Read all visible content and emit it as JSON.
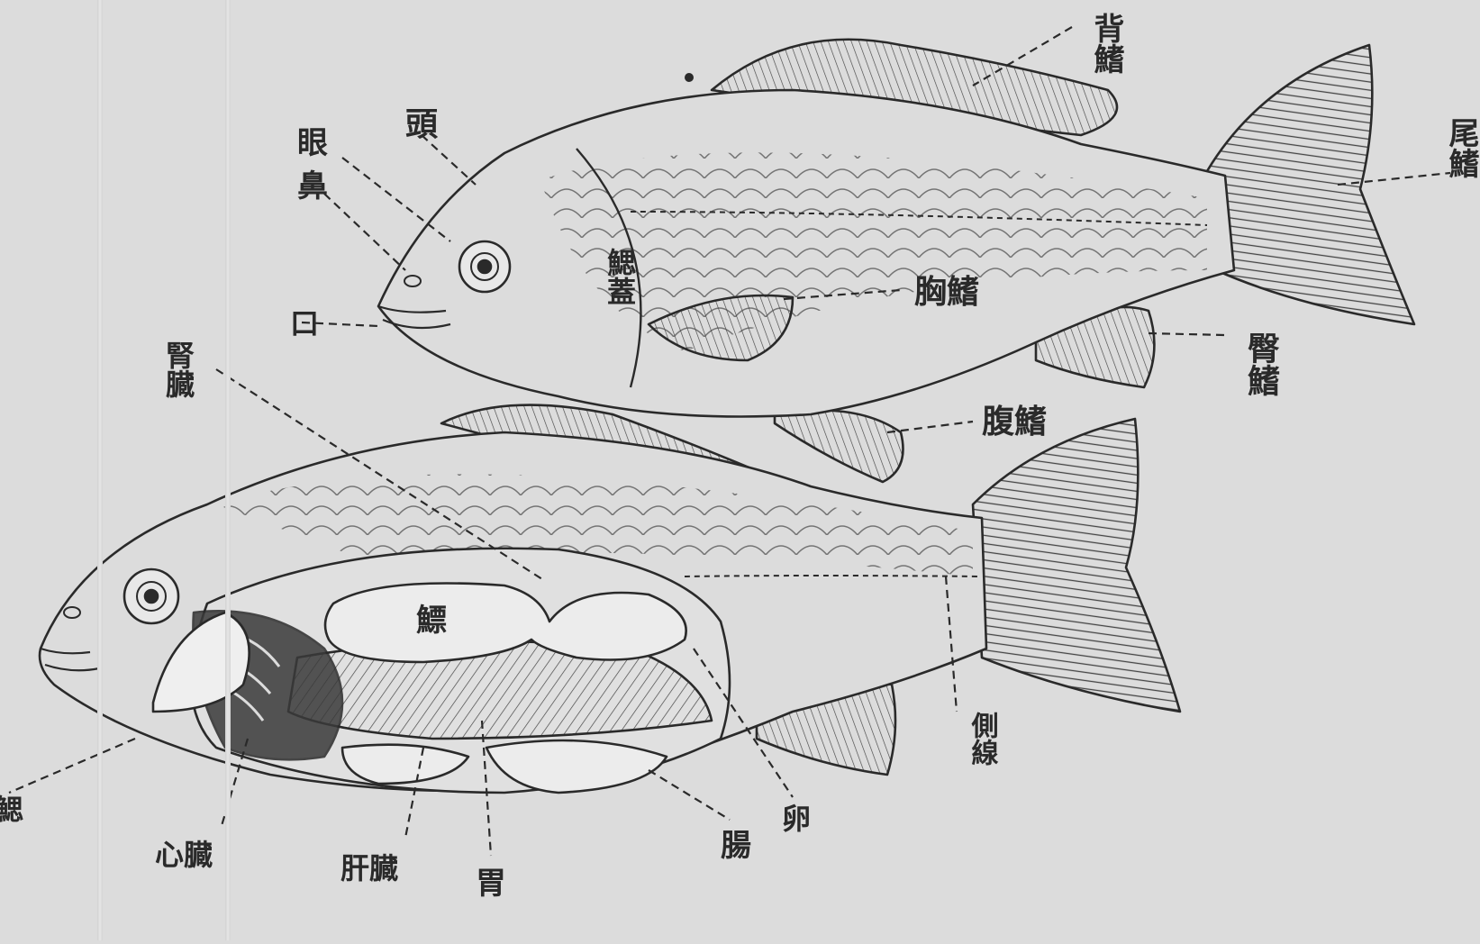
{
  "colors": {
    "paper": "#dcdcdc",
    "ink": "#2a2a2a",
    "organ_fill": "#ececec",
    "gill_dark": "#3a3a3a"
  },
  "labels": {
    "dorsal_fin": "背鰭",
    "head": "頭",
    "eye": "眼",
    "nostril": "鼻",
    "mouth": "口",
    "gill_cover": "鰓蓋",
    "pectoral_fin": "胸鰭",
    "anal_fin": "臀鰭",
    "ventral_fin": "腹鰭",
    "kidney": "腎臓",
    "swim_bladder": "鰾",
    "lateral_line": "側線",
    "ovary": "卵",
    "intestine": "腸",
    "stomach": "胃",
    "liver": "肝臓",
    "heart": "心臓",
    "gill": "鰓",
    "caudal_fin": "尾鰭"
  }
}
